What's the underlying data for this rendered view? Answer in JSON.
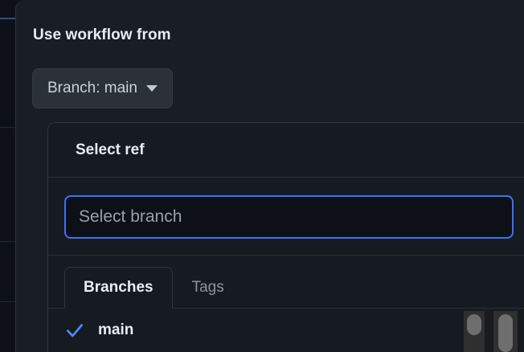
{
  "background": {
    "accent_color": "#2c4f86",
    "rule_color": "#222a35",
    "page_color": "#0d1117"
  },
  "dialog": {
    "title": "Use workflow from",
    "surface_color": "#181d26",
    "branch_button": {
      "label": "Branch: main",
      "icon": "chevron-down-icon",
      "fill_color": "#2a3139"
    }
  },
  "ref_panel": {
    "title": "Select ref",
    "surface_color": "#161b22",
    "border_color": "#30363d",
    "search": {
      "value": "",
      "placeholder": "Select branch",
      "focus_ring_color": "#3c72f0",
      "focused": "true"
    },
    "tabs": [
      {
        "label": "Branches",
        "active": true
      },
      {
        "label": "Tags",
        "active": false
      }
    ],
    "items": [
      {
        "label": "main",
        "selected": true,
        "icon": "check-icon",
        "icon_color": "#4c8dfa"
      }
    ]
  },
  "scrollbars": {
    "track_color": "#2f2f2f",
    "thumb_color": "#6e6e6e"
  }
}
